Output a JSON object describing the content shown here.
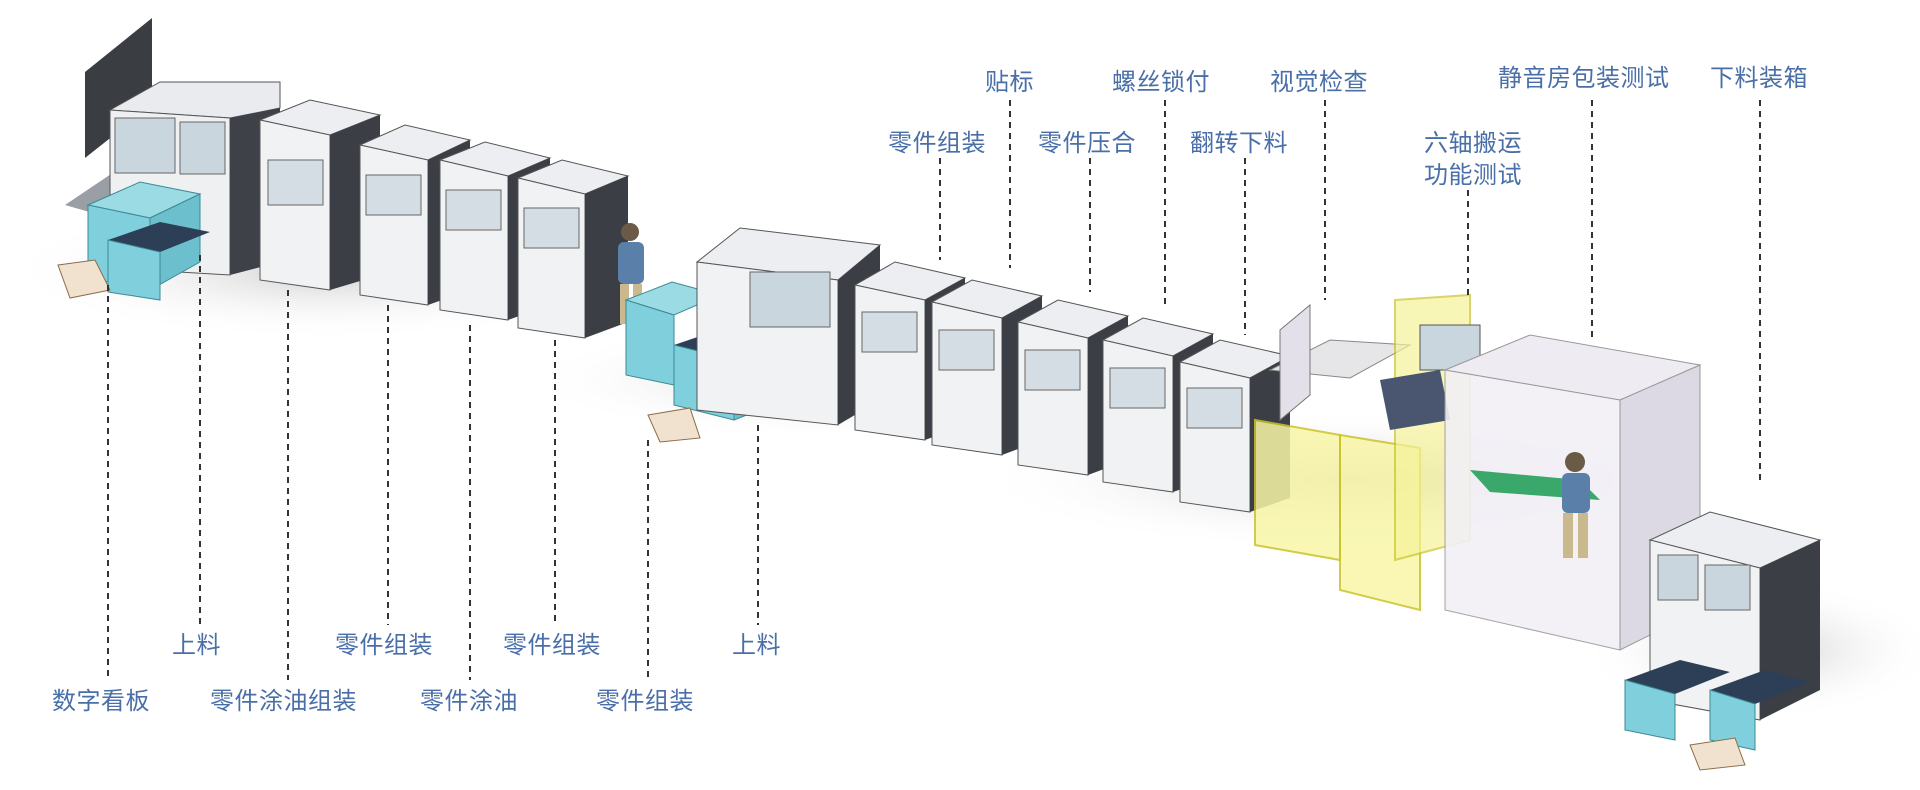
{
  "labels": {
    "top_1": "贴标",
    "top_2": "螺丝锁付",
    "top_3": "视觉检查",
    "top_4": "静音房包装测试",
    "top_5": "下料装箱",
    "mid_1": "零件组装",
    "mid_2": "零件压合",
    "mid_3": "翻转下料",
    "mid_4a": "六轴搬运",
    "mid_4b": "功能测试",
    "bottom_1": "上料",
    "bottom_2": "零件组装",
    "bottom_3": "零件组装",
    "bottom_4": "上料",
    "bottom_5": "数字看板",
    "bottom_6": "零件涂油组装",
    "bottom_7": "零件涂油",
    "bottom_8": "零件组装"
  },
  "colors": {
    "label": "#4a6fa8",
    "machine_white": "#f4f5f7",
    "machine_dark": "#3c3f45",
    "tray_cyan": "#7fd0dc",
    "fence_yellow": "#f2ef4a",
    "room_lavender": "#ece8f2"
  }
}
